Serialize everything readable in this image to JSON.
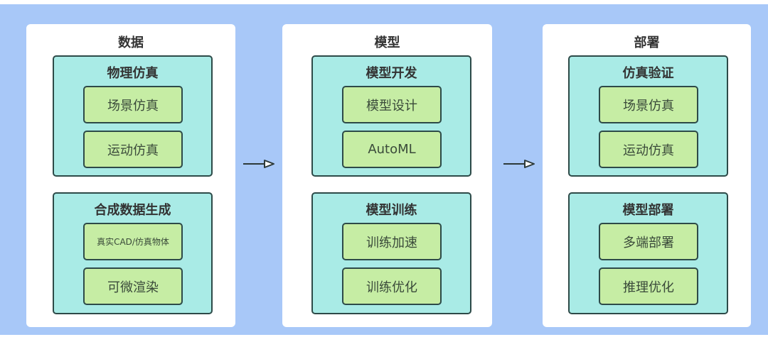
{
  "colors": {
    "background": "#a8c8f8",
    "panel": "#ffffff",
    "group": "#a9ebe6",
    "item": "#c6eda4",
    "border": "#2d4a48"
  },
  "stages": [
    {
      "title": "数据",
      "groups": [
        {
          "title": "物理仿真",
          "items": [
            "场景仿真",
            "运动仿真"
          ]
        },
        {
          "title": "合成数据生成",
          "items": [
            "真实CAD/仿真物体",
            "可微渲染"
          ]
        }
      ]
    },
    {
      "title": "模型",
      "groups": [
        {
          "title": "模型开发",
          "items": [
            "模型设计",
            "AutoML"
          ]
        },
        {
          "title": "模型训练",
          "items": [
            "训练加速",
            "训练优化"
          ]
        }
      ]
    },
    {
      "title": "部署",
      "groups": [
        {
          "title": "仿真验证",
          "items": [
            "场景仿真",
            "运动仿真"
          ]
        },
        {
          "title": "模型部署",
          "items": [
            "多端部署",
            "推理优化"
          ]
        }
      ]
    }
  ],
  "arrows": [
    {
      "from": "数据",
      "to": "模型",
      "icon": "arrow-right-icon"
    },
    {
      "from": "模型",
      "to": "部署",
      "icon": "arrow-right-icon"
    }
  ]
}
